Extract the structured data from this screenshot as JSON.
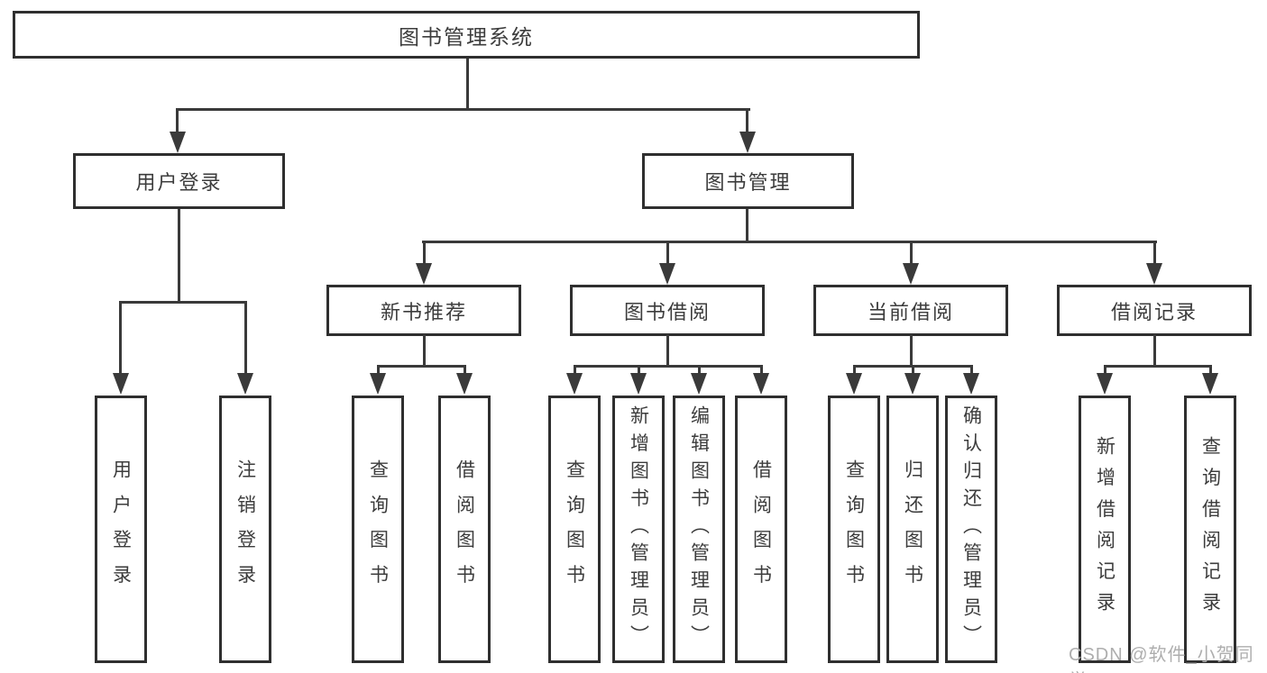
{
  "diagram": {
    "root": {
      "label": "图书管理系统",
      "children": [
        {
          "label": "用户登录",
          "children": [
            {
              "label": "用户登录"
            },
            {
              "label": "注销登录"
            }
          ]
        },
        {
          "label": "图书管理",
          "children": [
            {
              "label": "新书推荐",
              "children": [
                {
                  "label": "查询图书"
                },
                {
                  "label": "借阅图书"
                }
              ]
            },
            {
              "label": "图书借阅",
              "children": [
                {
                  "label": "查询图书"
                },
                {
                  "label": "新增图书（管理员）"
                },
                {
                  "label": "编辑图书（管理员）"
                },
                {
                  "label": "借阅图书"
                }
              ]
            },
            {
              "label": "当前借阅",
              "children": [
                {
                  "label": "查询图书"
                },
                {
                  "label": "归还图书"
                },
                {
                  "label": "确认归还（管理员）"
                }
              ]
            },
            {
              "label": "借阅记录",
              "children": [
                {
                  "label": "新增借阅记录"
                },
                {
                  "label": "查询借阅记录"
                }
              ]
            }
          ]
        }
      ]
    },
    "watermark": "CSDN @软件_小贺同学",
    "colors": {
      "line": "#3a3a3a",
      "box_border": "#2f2f2f",
      "text": "#3c3c3c",
      "watermark_text": "#aeaeae",
      "background": "#ffffff"
    }
  }
}
